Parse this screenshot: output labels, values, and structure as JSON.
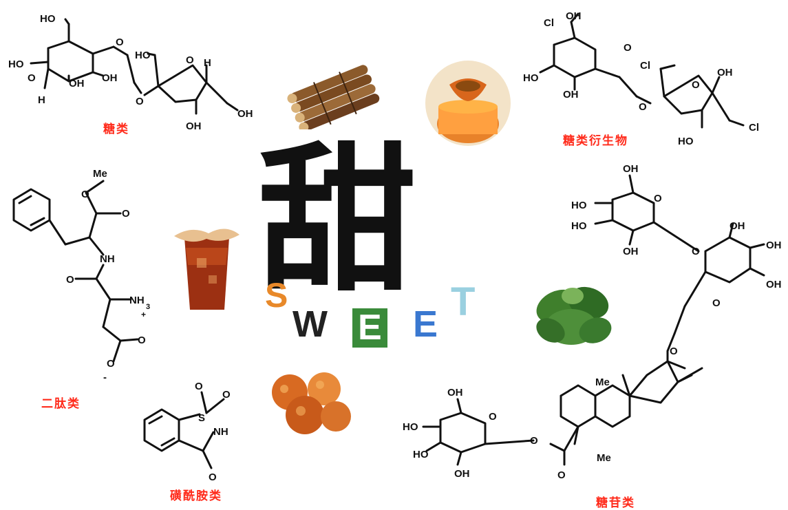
{
  "accent": "#ff2a1a",
  "categories": {
    "sugar": "糖类",
    "sugar_derivative": "糖类衍生物",
    "dipeptide": "二肽类",
    "sulfonamide": "磺酰胺类",
    "glycoside": "糖苷类"
  },
  "center": {
    "hanzi": "甜",
    "letters": [
      "S",
      "W",
      "E",
      "E",
      "T"
    ],
    "letter_colors": [
      "#e8892a",
      "#222222",
      "#3a8b3a",
      "#3a78d0",
      "#9ad0e0"
    ]
  },
  "atoms": {
    "ho": "HO",
    "oh": "OH",
    "o": "O",
    "h": "H",
    "cl": "Cl",
    "me": "Me",
    "nh": "NH",
    "nh3": "NH",
    "nh3_sub": "3",
    "plus": "+",
    "minus": "-",
    "s": "S",
    "dash": "-"
  },
  "images": [
    {
      "name": "sugarcane",
      "colors": [
        "#6b3e1e",
        "#a36a3a",
        "#d9b27a"
      ]
    },
    {
      "name": "honey",
      "colors": [
        "#e8822a",
        "#ffb347",
        "#8a4a10"
      ]
    },
    {
      "name": "tea",
      "colors": [
        "#8a2a10",
        "#c8501e",
        "#e8c090"
      ]
    },
    {
      "name": "stevia-leaves",
      "colors": [
        "#2f6b24",
        "#4e8f3a",
        "#7bb35a"
      ]
    },
    {
      "name": "luo-han-guo-fruit",
      "colors": [
        "#c85a1a",
        "#e88a3a",
        "#f5b060"
      ]
    }
  ]
}
